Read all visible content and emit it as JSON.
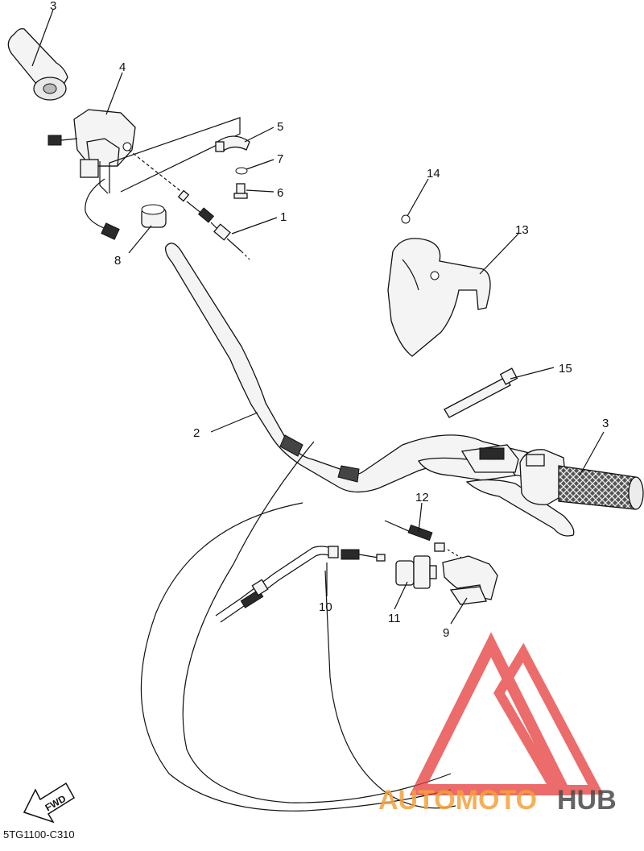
{
  "callouts": [
    {
      "id": "c3a",
      "text": "3"
    },
    {
      "id": "c4",
      "text": "4"
    },
    {
      "id": "c5",
      "text": "5"
    },
    {
      "id": "c7",
      "text": "7"
    },
    {
      "id": "c6",
      "text": "6"
    },
    {
      "id": "c1",
      "text": "1"
    },
    {
      "id": "c8",
      "text": "8"
    },
    {
      "id": "c14",
      "text": "14"
    },
    {
      "id": "c13",
      "text": "13"
    },
    {
      "id": "c15",
      "text": "15"
    },
    {
      "id": "c2",
      "text": "2"
    },
    {
      "id": "c3b",
      "text": "3"
    },
    {
      "id": "c12",
      "text": "12"
    },
    {
      "id": "c10",
      "text": "10"
    },
    {
      "id": "c11",
      "text": "11"
    },
    {
      "id": "c9",
      "text": "9"
    }
  ],
  "fwd_label": "FWD",
  "diagram_code": "5TG1100-C310",
  "watermark": {
    "text": "AUTOMOTOHUB",
    "color_light": "#f4a23a",
    "color_dark": "#4a4a4a",
    "logo_color": "#e63a3a"
  }
}
